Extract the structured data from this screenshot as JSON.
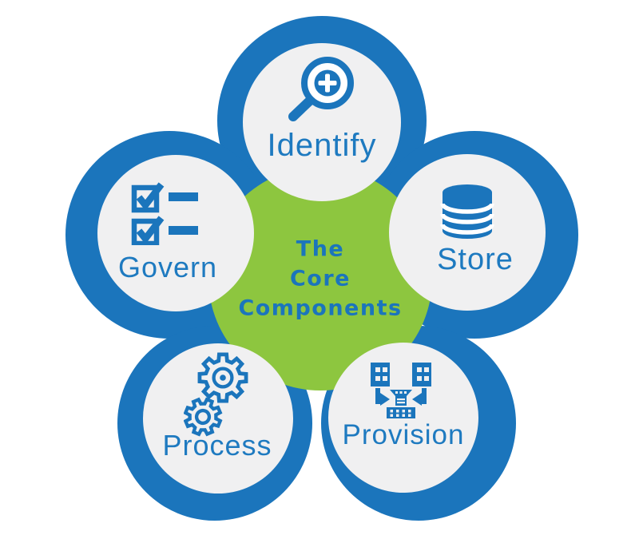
{
  "diagram": {
    "name": "the-core-components-diagram",
    "center_lines": [
      "The",
      "Core",
      "Components"
    ],
    "nodes": [
      {
        "id": "identify",
        "label": "Identify",
        "icon": "magnifier-zoom-in-icon"
      },
      {
        "id": "store",
        "label": "Store",
        "icon": "database-icon"
      },
      {
        "id": "provision",
        "label": "Provision",
        "icon": "data-consolidation-icon"
      },
      {
        "id": "process",
        "label": "Process",
        "icon": "gears-icon"
      },
      {
        "id": "govern",
        "label": "Govern",
        "icon": "checklist-icon"
      }
    ],
    "colors": {
      "primary_blue": "#1B75BC",
      "accent_green": "#8DC63F",
      "circle_fill": "#F0F0F1",
      "label_blue": "#1E7AC0",
      "background": "#FFFFFF"
    }
  }
}
